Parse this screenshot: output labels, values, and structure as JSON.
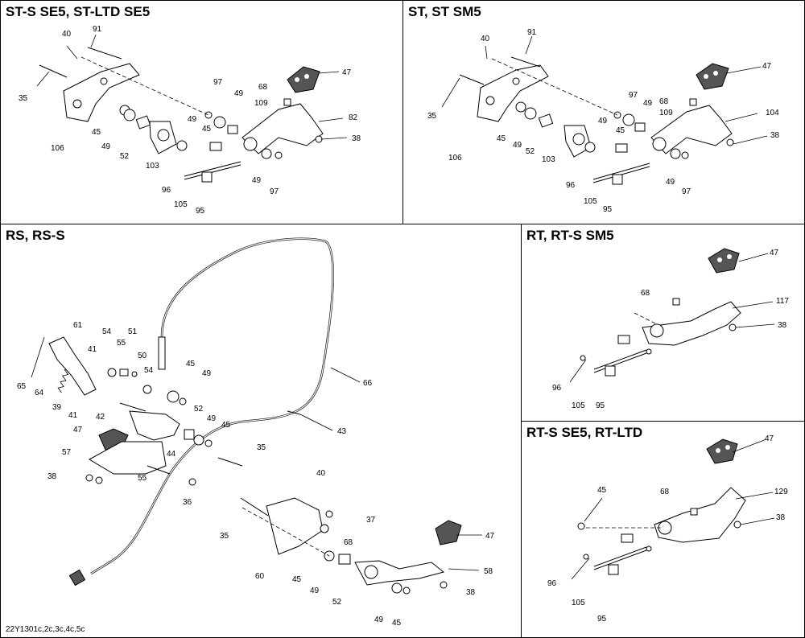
{
  "panels": {
    "p1": {
      "title": "ST-S SE5, ST-LTD SE5"
    },
    "p2": {
      "title": "ST, ST SM5"
    },
    "p3": {
      "title": "RS, RS-S"
    },
    "p4": {
      "title": "RT, RT-S SM5"
    },
    "p5": {
      "title": "RT-S SE5, RT-LTD"
    }
  },
  "callouts": {
    "p1": [
      "40",
      "91",
      "35",
      "106",
      "45",
      "49",
      "52",
      "103",
      "97",
      "49",
      "45",
      "68",
      "109",
      "47",
      "82",
      "38",
      "49",
      "96",
      "105",
      "95",
      "49",
      "97"
    ],
    "p2": [
      "40",
      "91",
      "35",
      "106",
      "45",
      "49",
      "52",
      "103",
      "97",
      "49",
      "45",
      "68",
      "109",
      "47",
      "104",
      "38",
      "49",
      "96",
      "105",
      "95",
      "49",
      "97"
    ],
    "p3": [
      "61",
      "54",
      "55",
      "51",
      "41",
      "50",
      "54",
      "65",
      "64",
      "39",
      "41",
      "42",
      "45",
      "49",
      "66",
      "43",
      "47",
      "52",
      "49",
      "45",
      "57",
      "44",
      "35",
      "38",
      "55",
      "36",
      "40",
      "37",
      "68",
      "47",
      "35",
      "60",
      "45",
      "49",
      "52",
      "58",
      "38",
      "49",
      "45"
    ],
    "p4": [
      "47",
      "68",
      "117",
      "38",
      "96",
      "105",
      "95"
    ],
    "p5": [
      "47",
      "45",
      "68",
      "129",
      "38",
      "96",
      "105",
      "95"
    ]
  },
  "diagram_code": "22Y1301c,2c,3c,4c,5c",
  "icons": {
    "pedal-pad": "brake-pedal-pad-icon",
    "spring": "spring-icon",
    "bolt": "bolt-icon"
  }
}
